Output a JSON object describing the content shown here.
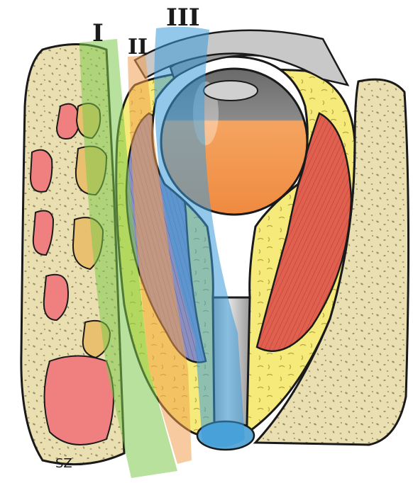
{
  "zones": [
    {
      "id": "I",
      "label": "I",
      "color": "#7cc94a"
    },
    {
      "id": "II",
      "label": "II",
      "color": "#f0a050"
    },
    {
      "id": "III",
      "label": "III",
      "color": "#3a9ad9"
    }
  ],
  "signature": "SZ",
  "colors": {
    "bone": "#eadfb0",
    "fat": "#f5ea7a",
    "muscle": "#e06050",
    "muscle_blue": "#7a7fb8",
    "globe_fill": "#f4a460",
    "sclera": "#ffffff",
    "nerve": "#c8c8c8",
    "outline": "#1a1a1a"
  }
}
